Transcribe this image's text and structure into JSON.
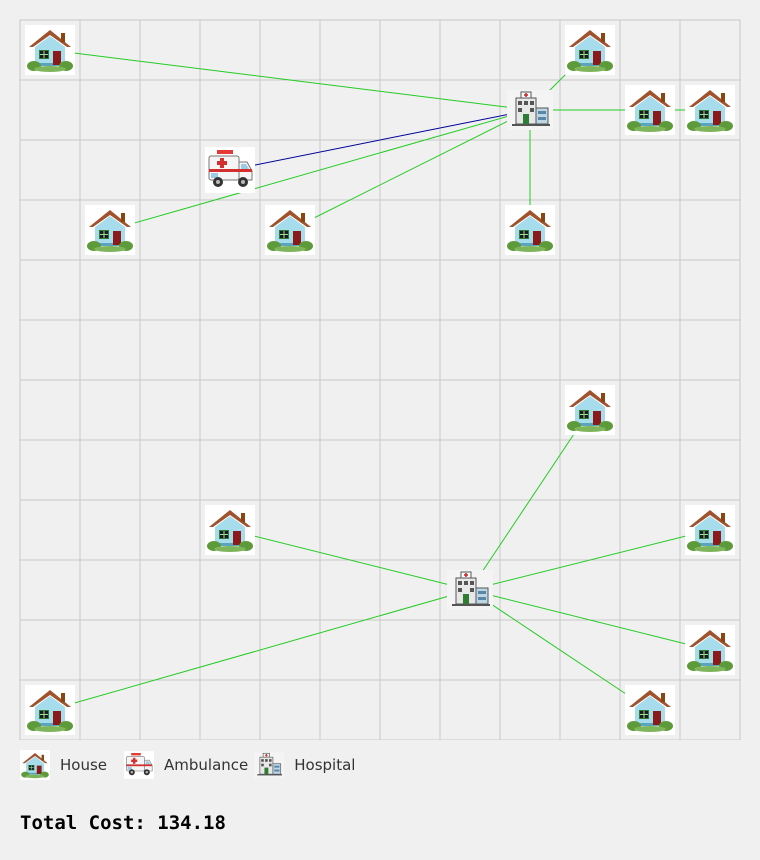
{
  "grid": {
    "cols": 12,
    "rows": 12,
    "line_color": "#c8c8c8",
    "fill_color": "#f0f0f0"
  },
  "colors": {
    "house_link": "#22cc22",
    "ambulance_link": "#000099"
  },
  "hospitals": [
    {
      "name": "hospital-1",
      "col": 8,
      "row": 1
    },
    {
      "name": "hospital-2",
      "col": 7,
      "row": 9
    }
  ],
  "ambulances": [
    {
      "name": "ambulance-1",
      "col": 3,
      "row": 2,
      "hospital": 0
    }
  ],
  "houses": [
    {
      "col": 0,
      "row": 0,
      "hospital": 0
    },
    {
      "col": 9,
      "row": 0,
      "hospital": 0
    },
    {
      "col": 10,
      "row": 1,
      "hospital": 0
    },
    {
      "col": 11,
      "row": 1,
      "hospital": 0
    },
    {
      "col": 1,
      "row": 3,
      "hospital": 0
    },
    {
      "col": 4,
      "row": 3,
      "hospital": 0
    },
    {
      "col": 8,
      "row": 3,
      "hospital": 0
    },
    {
      "col": 9,
      "row": 6,
      "hospital": 1
    },
    {
      "col": 3,
      "row": 8,
      "hospital": 1
    },
    {
      "col": 11,
      "row": 8,
      "hospital": 1
    },
    {
      "col": 11,
      "row": 10,
      "hospital": 1
    },
    {
      "col": 0,
      "row": 11,
      "hospital": 1
    },
    {
      "col": 10,
      "row": 11,
      "hospital": 1
    }
  ],
  "legend": {
    "house_label": "House",
    "ambulance_label": "Ambulance",
    "hospital_label": "Hospital"
  },
  "total_cost_text": "Total Cost: 134.18"
}
